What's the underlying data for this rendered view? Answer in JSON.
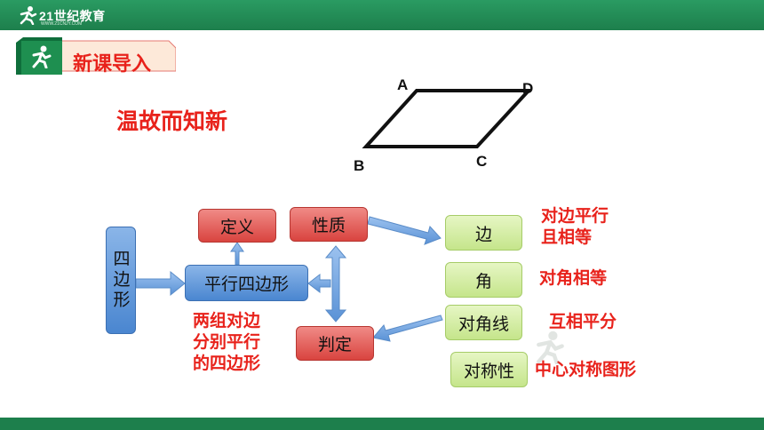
{
  "brand": {
    "logo_text": "21世纪教育",
    "logo_sub": "WWW.21CNJY.COM"
  },
  "header": {
    "title": "新课导入"
  },
  "subtitle": "温故而知新",
  "parallelogram": {
    "vertices": [
      "A",
      "D",
      "B",
      "C"
    ]
  },
  "diagram": {
    "quad_vertical": "四边形",
    "parallelogram": "平行四边形",
    "definition": "定义",
    "properties": "性质",
    "judgement": "判定",
    "definition_note": "两组对边\n分别平行\n的四边形",
    "prop_items": [
      {
        "label": "边",
        "note": "对边平行\n且相等"
      },
      {
        "label": "角",
        "note": "对角相等"
      },
      {
        "label": "对角线",
        "note": "互相平分"
      },
      {
        "label": "对称性",
        "note": "中心对称图形"
      }
    ]
  },
  "colors": {
    "accent_red": "#e8221b",
    "green_bar": "#1d7f4c",
    "box_blue": "#4a86d0",
    "box_red": "#d9443f",
    "box_green": "#c5e58b"
  }
}
